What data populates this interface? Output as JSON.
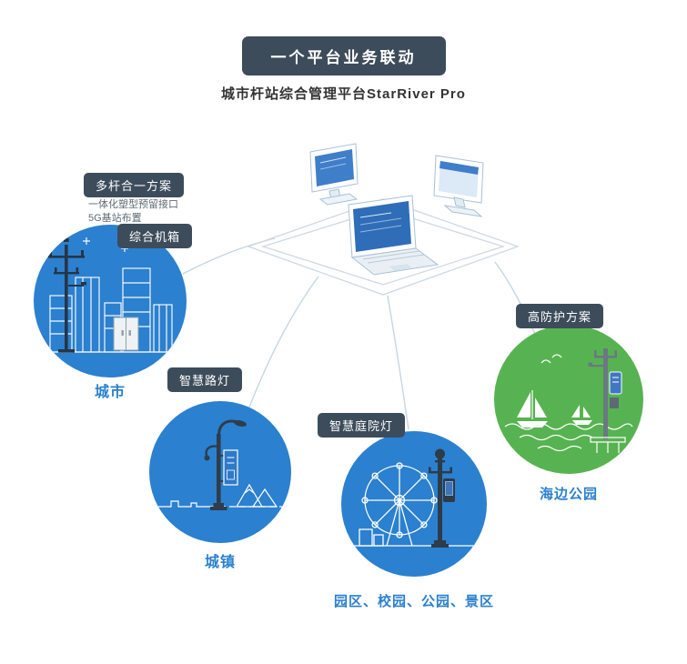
{
  "header": {
    "banner_label": "一个平台业务联动",
    "subtitle": "城市杆站综合管理平台StarRiver Pro"
  },
  "nodes": {
    "city": {
      "solution_badge": "多杆合一方案",
      "notes": {
        "line1": "一体化塑型预留接口",
        "line2": "5G基站布置"
      },
      "cabinet_badge": "综合机箱",
      "caption": "城市"
    },
    "town": {
      "badge": "智慧路灯",
      "caption": "城镇"
    },
    "courtyard": {
      "badge": "智慧庭院灯",
      "caption": "园区、校园、公园、景区"
    },
    "seaside": {
      "badge": "高防护方案",
      "caption": "海边公园"
    }
  },
  "colors": {
    "banner_bg": "#3d4c5b",
    "badge_bg": "#3d4c5b",
    "circle_blue": "#2b80cf",
    "circle_green": "#57b351",
    "caption_blue": "#2b80cf",
    "connector": "#c6d6e3"
  }
}
